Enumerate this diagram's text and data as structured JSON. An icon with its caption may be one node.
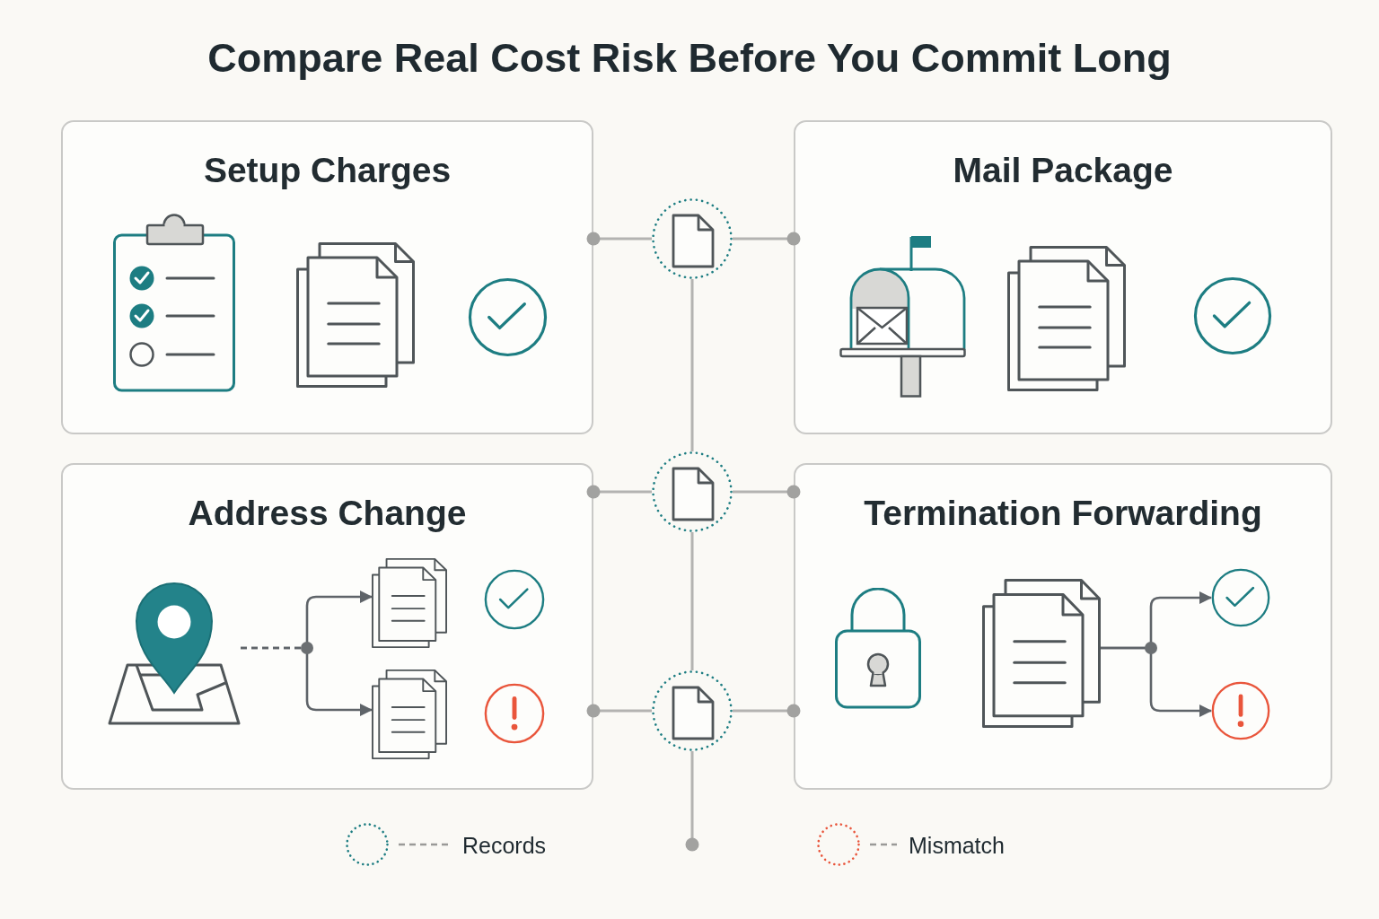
{
  "diagram": {
    "title": "Compare Real Cost Risk Before You Commit Long",
    "nodes": [
      {
        "text": [
          "Setup Charges"
        ]
      },
      {
        "text": [],
        "shape": "circle"
      },
      {
        "text": [
          "Mail Package"
        ]
      },
      {
        "text": [
          "Address Change"
        ]
      },
      {
        "text": [],
        "shape": "picture",
        "in": 3
      },
      {
        "text": [],
        "shape": "picture",
        "in": 3
      },
      {
        "text": [],
        "shape": "picture",
        "in": 3
      },
      {
        "text": [],
        "shape": "circle"
      },
      {
        "text": [
          "Termination Forwarding"
        ]
      },
      {
        "text": [],
        "shape": "picture",
        "in": 8
      },
      {
        "text": [],
        "shape": "circle",
        "in": 8
      },
      {
        "text": [],
        "shape": "circle",
        "in": 8
      },
      {
        "text": [],
        "shape": "circle"
      }
    ],
    "edges": [
      {
        "from": 0,
        "to": 1,
        "arrow": "other"
      },
      {
        "from": 2,
        "to": 1,
        "arrow": "other"
      },
      {
        "from": 1,
        "to": 7,
        "arrow": "none"
      },
      {
        "from": 3,
        "to": 7,
        "arrow": "other"
      },
      {
        "from": 8,
        "to": 7,
        "arrow": "other"
      },
      {
        "from": 7,
        "to": 12,
        "arrow": "none"
      },
      {
        "from": 3,
        "to": 12,
        "arrow": "other"
      },
      {
        "from": 8,
        "to": 12,
        "arrow": "other"
      },
      {
        "from": null,
        "to": 12,
        "arrow": "other"
      },
      {
        "from": 4,
        "to": 5,
        "arrow": "to",
        "style": "dashed",
        "color": "#5f6469"
      },
      {
        "from": 4,
        "to": 6,
        "arrow": "to",
        "style": "dashed",
        "color": "#5f6469"
      },
      {
        "from": 9,
        "to": 10,
        "arrow": "to",
        "color": "#5f6469"
      },
      {
        "from": 9,
        "to": 11,
        "arrow": "to",
        "color": "#5f6469"
      }
    ],
    "legend": [
      {
        "text": "Records"
      },
      {
        "text": "Mismatch"
      }
    ]
  }
}
